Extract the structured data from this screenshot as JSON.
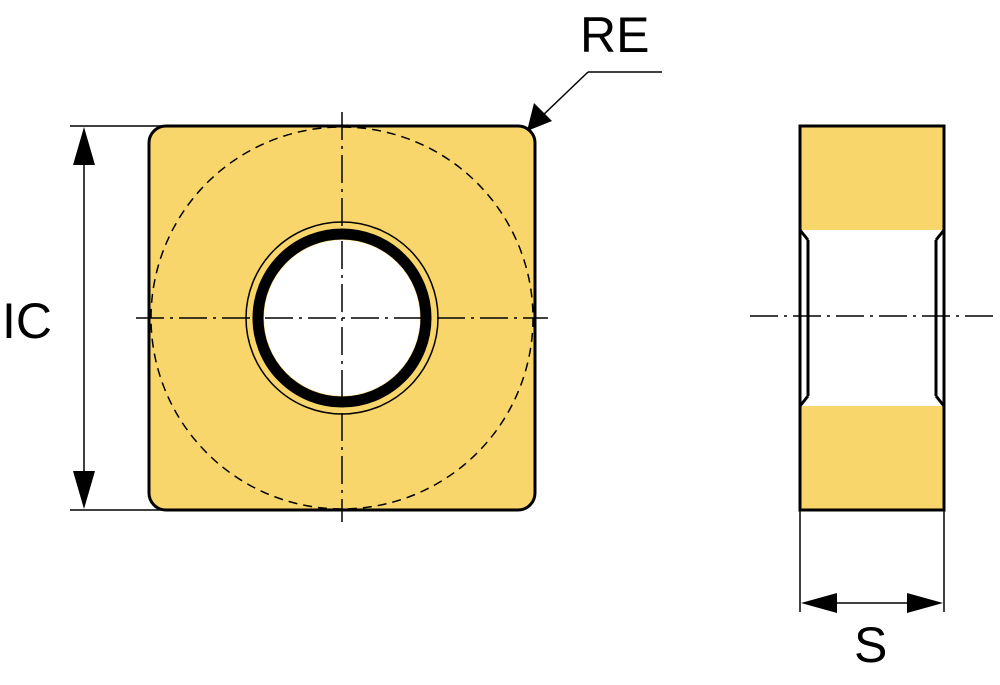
{
  "labels": {
    "corner_radius": "RE",
    "inscribed_circle": "IC",
    "thickness": "S"
  },
  "colors": {
    "insert_fill": "#F9D66B",
    "line": "#000000",
    "background": "#FFFFFF"
  }
}
